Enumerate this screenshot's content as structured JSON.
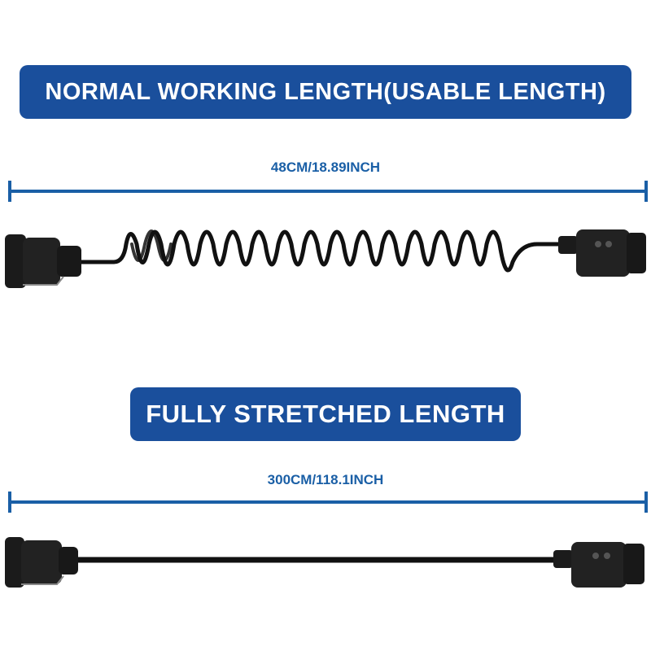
{
  "colors": {
    "banner": "#1a4f9c",
    "measure": "#1a5fa6",
    "cable": "#111111"
  },
  "top_section": {
    "banner_text": "NORMAL WORKING LENGTH(USABLE LENGTH)",
    "measure_text": "48CM/18.89INCH",
    "cable_state": "coiled"
  },
  "bottom_section": {
    "banner_text": "FULLY STRETCHED LENGTH",
    "measure_text": "300CM/118.1INCH",
    "cable_state": "straight"
  }
}
